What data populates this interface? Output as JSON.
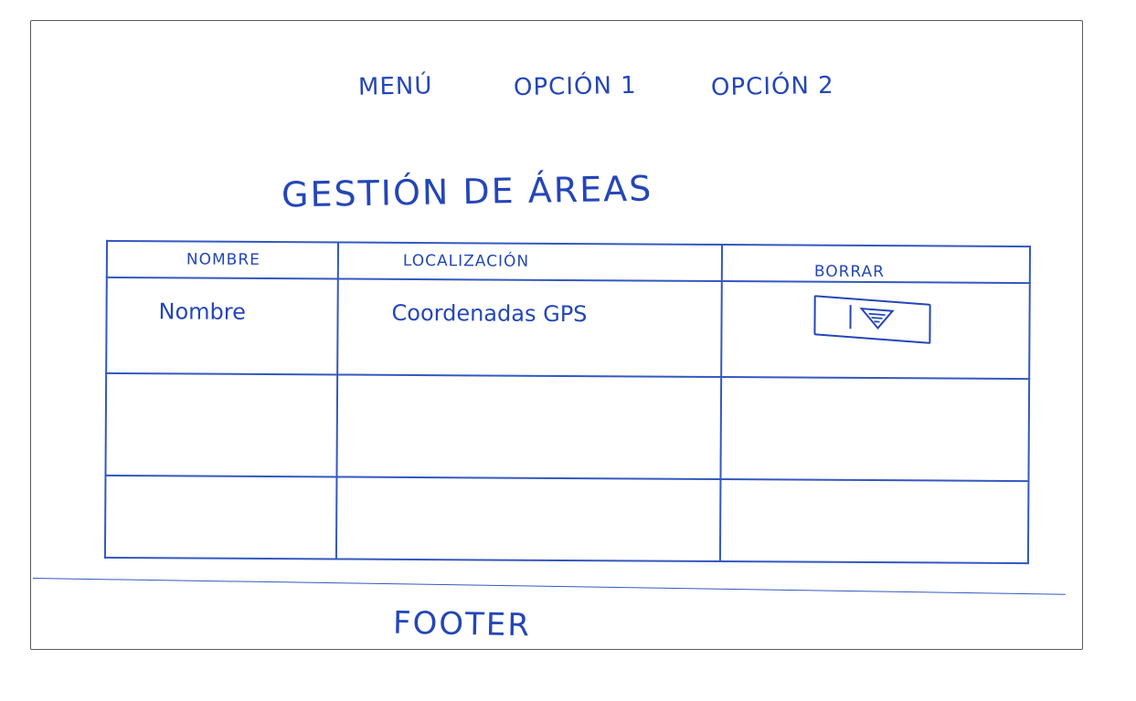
{
  "nav": {
    "items": [
      {
        "label": "MENÚ"
      },
      {
        "label": "OPCIÓN 1"
      },
      {
        "label": "OPCIÓN 2"
      }
    ]
  },
  "page": {
    "title": "GESTIÓN DE ÁREAS"
  },
  "table": {
    "headers": [
      "NOMBRE",
      "LOCALIZACIÓN",
      "BORRAR"
    ],
    "rows": [
      {
        "name": "Nombre",
        "location": "Coordenadas GPS",
        "delete_icon": "trash-icon"
      }
    ]
  },
  "footer": {
    "label": "FOOTER"
  },
  "colors": {
    "ink": "#2446b8",
    "frame": "#5a5a5a",
    "background": "#ffffff"
  }
}
